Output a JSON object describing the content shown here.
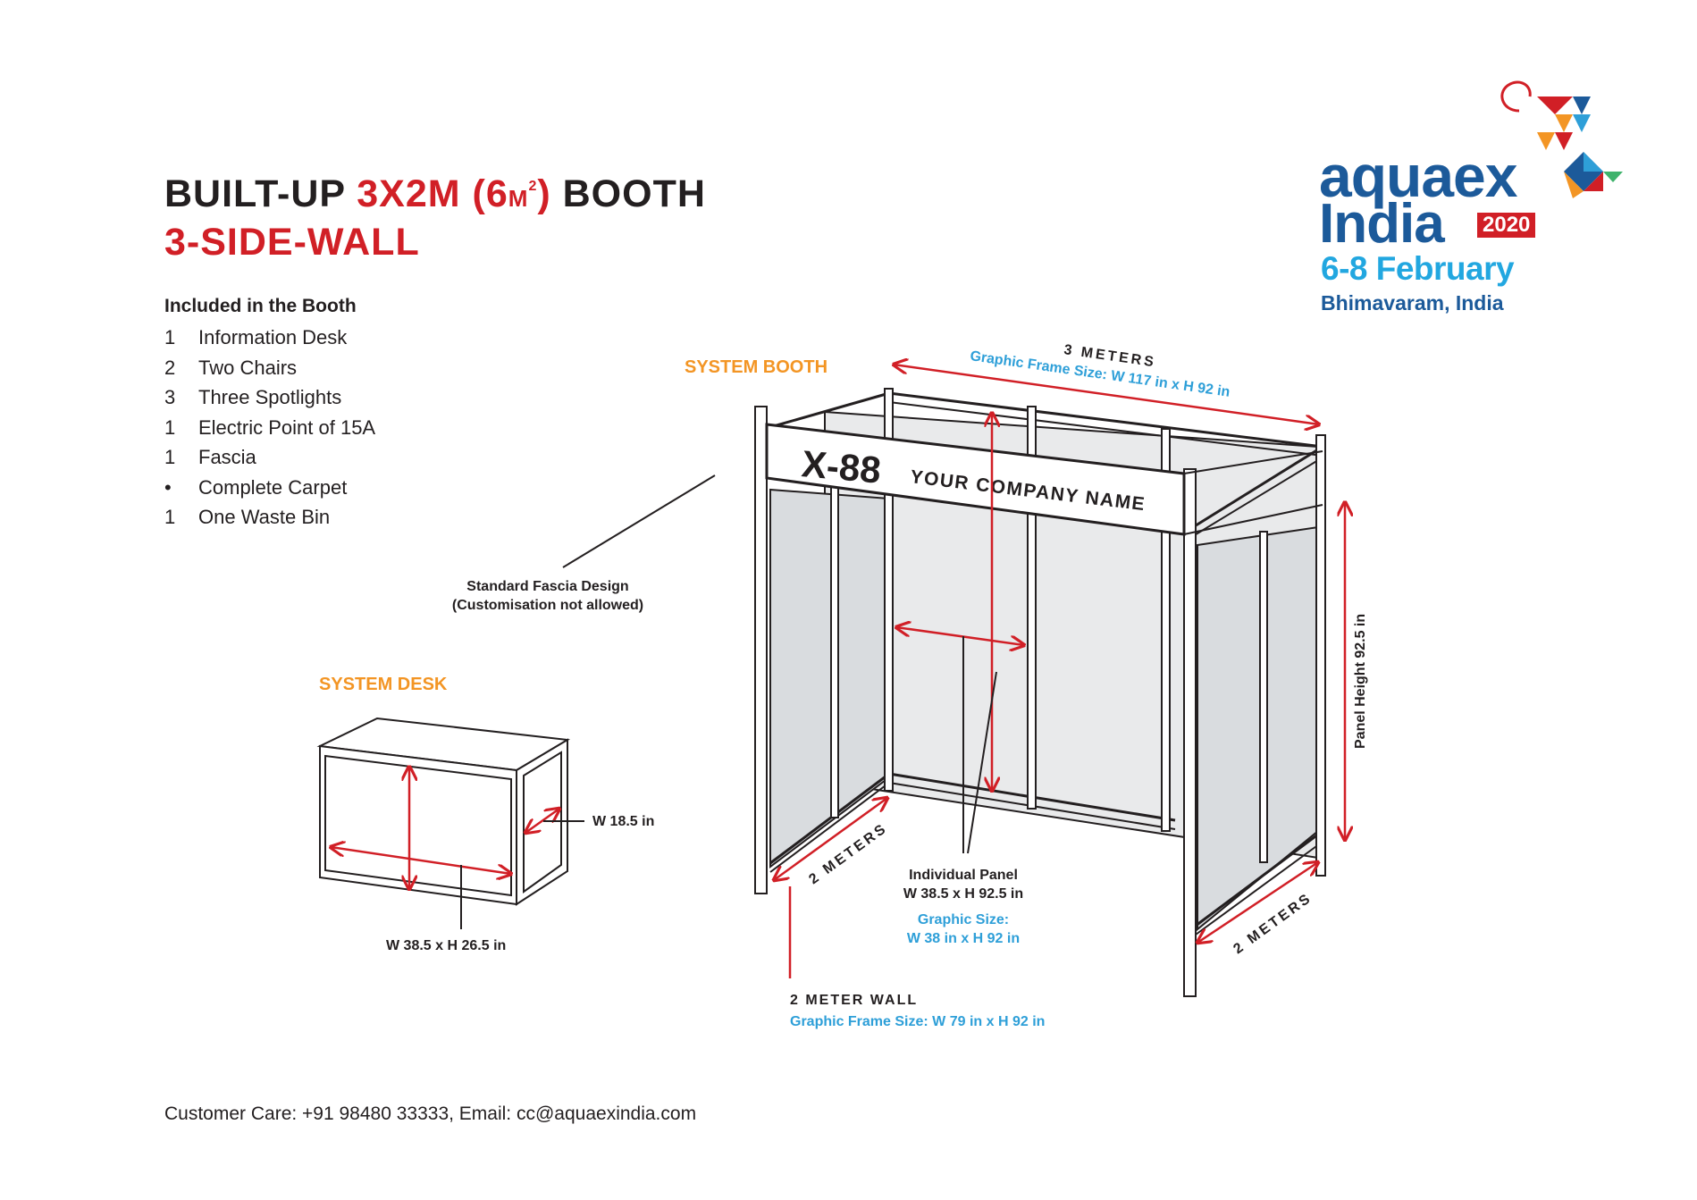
{
  "title": {
    "line1_a": "BUILT-UP ",
    "line1_b": "3X2M (6",
    "line1_unit": "M",
    "line1_sup": "2",
    "line1_c": ")",
    "line1_d": " BOOTH",
    "line2": "3-SIDE-WALL"
  },
  "included": {
    "heading": "Included in the Booth",
    "items": [
      {
        "qty": "1",
        "label": "Information Desk"
      },
      {
        "qty": "2",
        "label": "Two Chairs"
      },
      {
        "qty": "3",
        "label": "Three Spotlights"
      },
      {
        "qty": "1",
        "label": "Electric Point of 15A"
      },
      {
        "qty": "1",
        "label": "Fascia"
      },
      {
        "qty": "•",
        "label": "Complete Carpet"
      },
      {
        "qty": "1",
        "label": "One Waste Bin"
      }
    ]
  },
  "logo": {
    "word1": "aquaex",
    "word2": "India",
    "year": "2020",
    "dates": "6-8 February",
    "city": "Bhimavaram, India"
  },
  "booth": {
    "label": "SYSTEM BOOTH",
    "fascia_number": "X-88",
    "fascia_company": "YOUR COMPANY NAME",
    "top_dim": "3 METERS",
    "top_graphic": "Graphic Frame Size: W 117 in x H 92 in",
    "panel_height": "Panel Height  92.5 in",
    "left_depth": "2 METERS",
    "right_depth": "2 METERS",
    "fascia_note_1": "Standard Fascia Design",
    "fascia_note_2": "(Customisation not allowed)",
    "panel_note_1": "Individual Panel",
    "panel_note_2": "W 38.5 x H 92.5 in",
    "panel_graphic_1": "Graphic Size:",
    "panel_graphic_2": "W 38 in x H 92 in",
    "wall_label": "2 METER WALL",
    "wall_graphic": "Graphic Frame Size: W 79 in x H 92 in"
  },
  "desk": {
    "label": "SYSTEM DESK",
    "depth": "W 18.5 in",
    "size": "W 38.5 x H 26.5 in"
  },
  "footer": {
    "contact": "Customer Care: +91 98480 33333, Email: cc@aquaexindia.com"
  },
  "colors": {
    "accent_red": "#d11f26",
    "accent_orange": "#f39524",
    "accent_blue": "#2e9fd8",
    "brand_navy": "#1c5a9a"
  }
}
